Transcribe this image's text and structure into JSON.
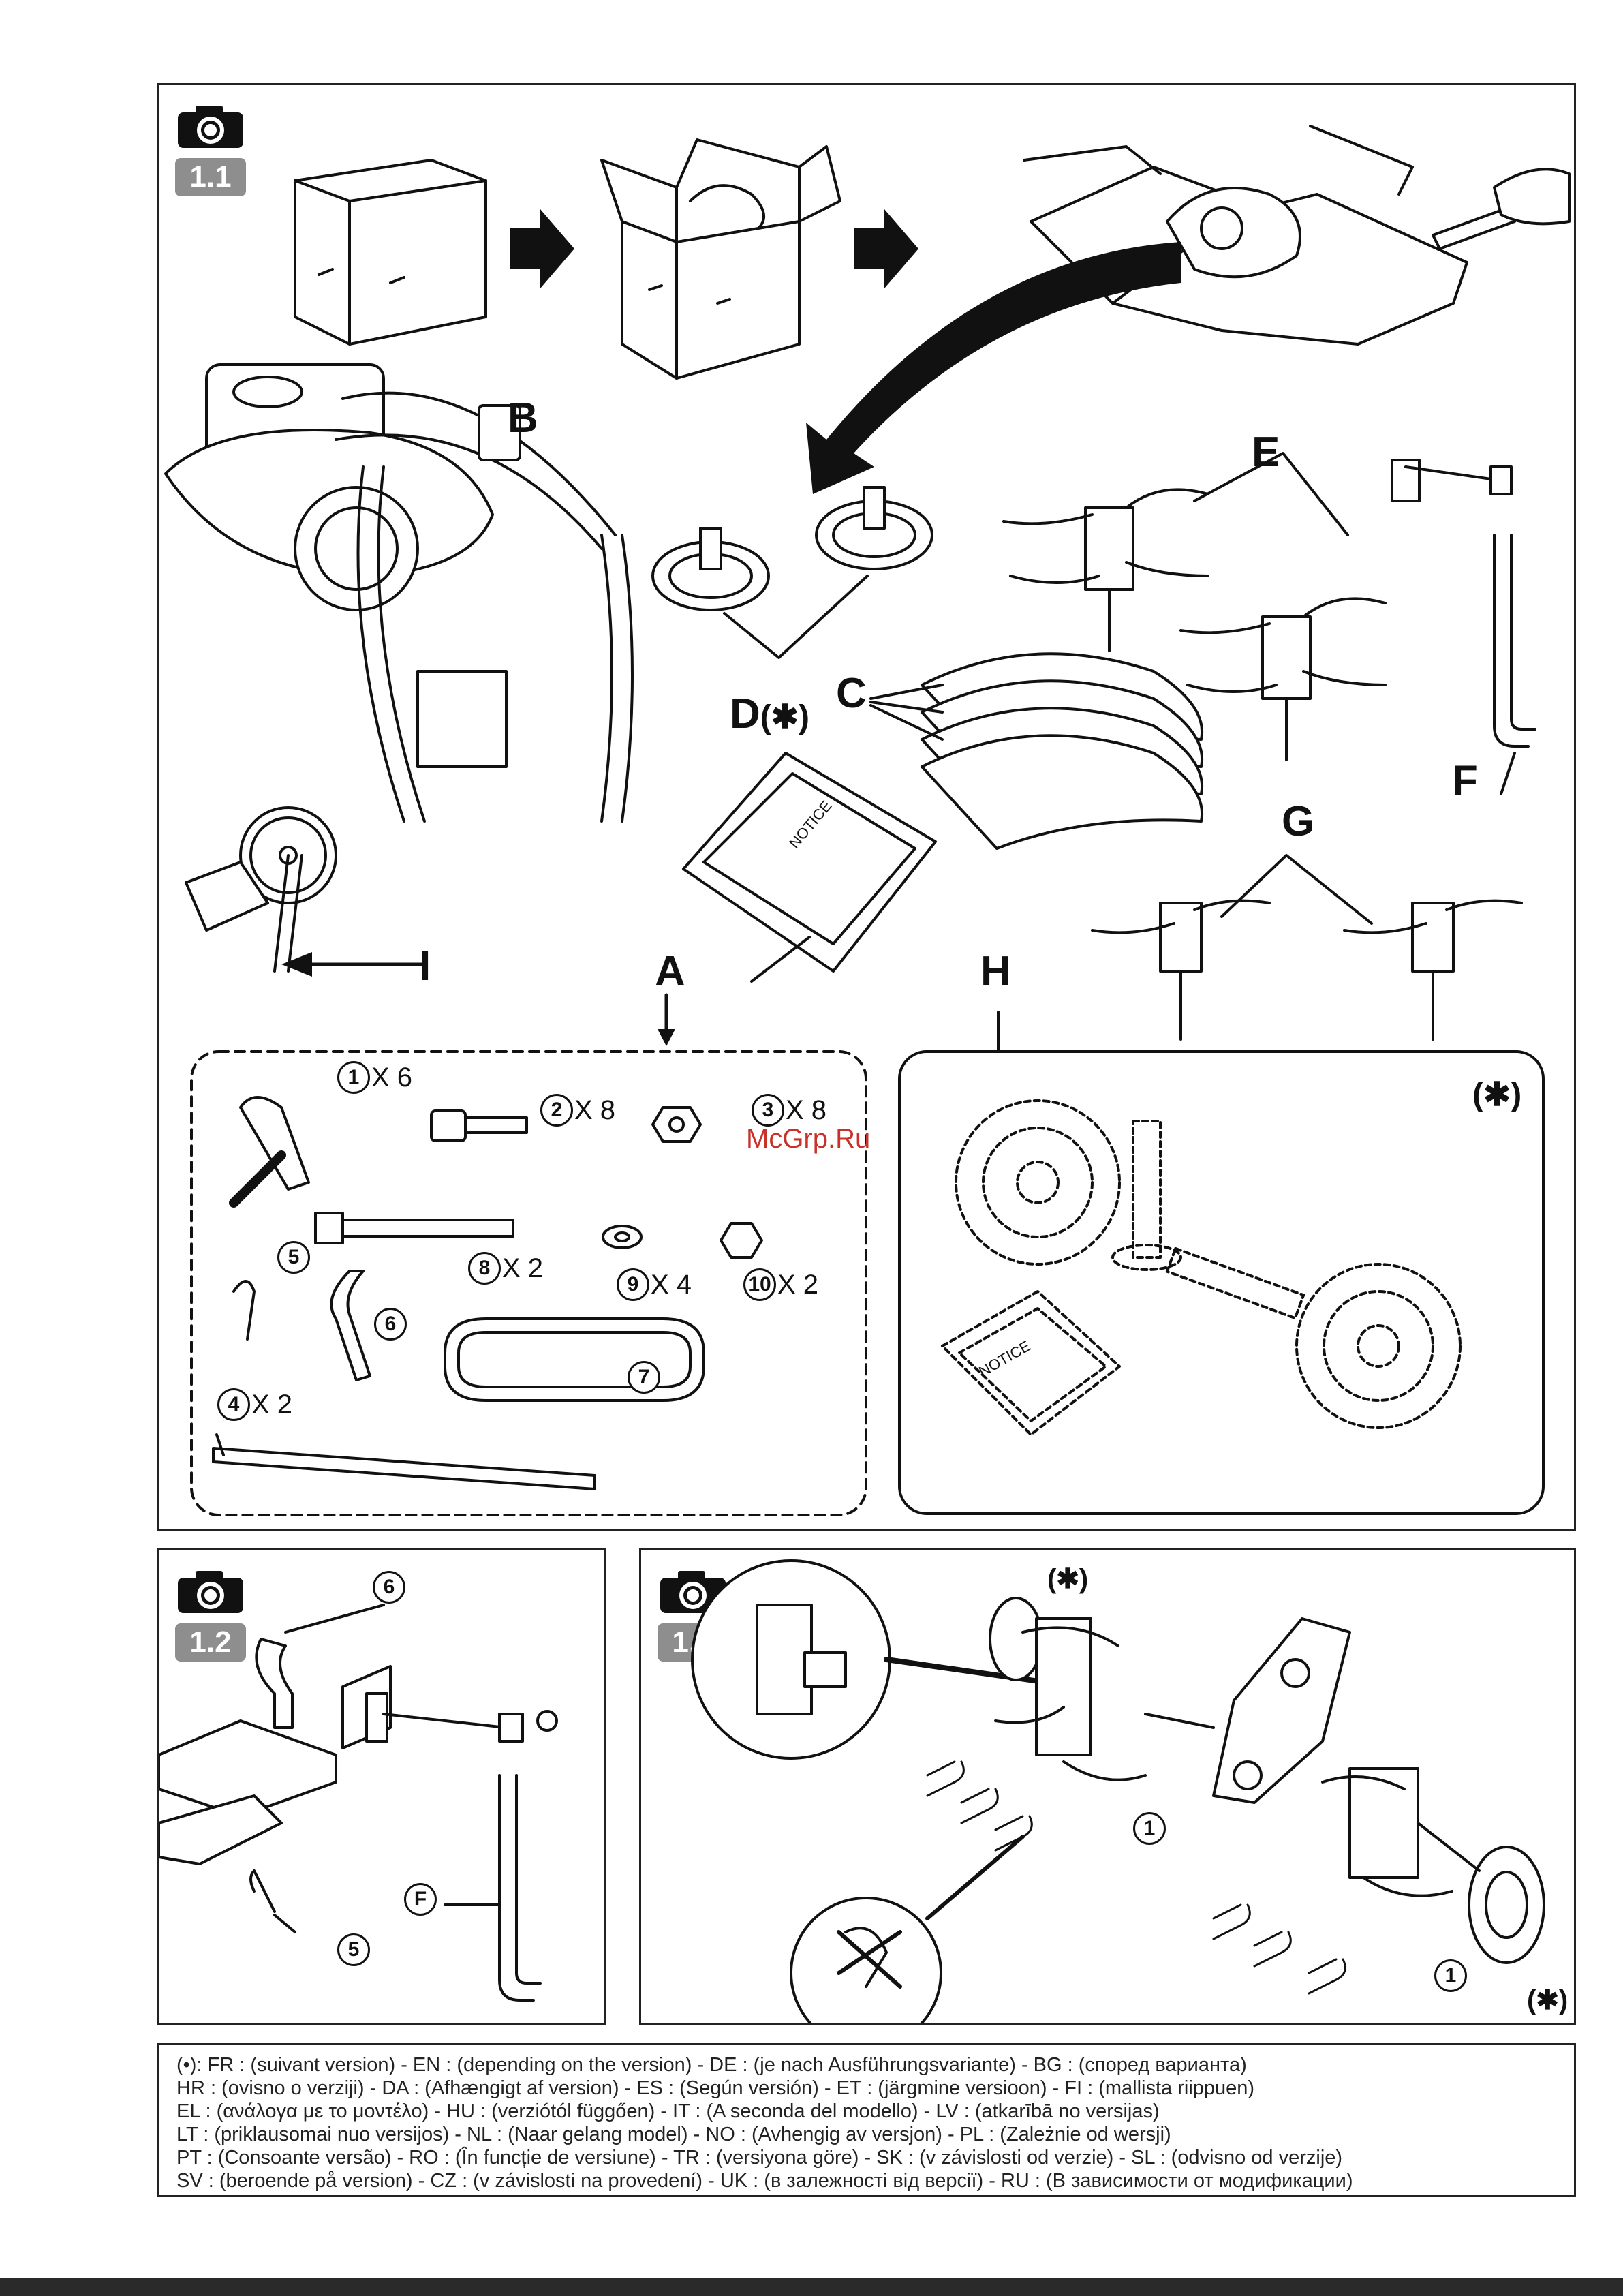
{
  "panels": {
    "p1": {
      "number": "1.1"
    },
    "p2": {
      "number": "1.2"
    },
    "p3": {
      "number": "1.3"
    }
  },
  "labels": {
    "a": "A",
    "b": "B",
    "c": "C",
    "d": "D",
    "d_suffix": "(✱)",
    "e": "E",
    "f": "F",
    "g": "G",
    "h": "H",
    "i": "I",
    "h_optional": "(✱)"
  },
  "parts": [
    {
      "num": "1",
      "qty": "X 6"
    },
    {
      "num": "2",
      "qty": "X 8"
    },
    {
      "num": "3",
      "qty": "X 8"
    },
    {
      "num": "4",
      "qty": "X 2"
    },
    {
      "num": "5",
      "qty": ""
    },
    {
      "num": "6",
      "qty": ""
    },
    {
      "num": "7",
      "qty": ""
    },
    {
      "num": "8",
      "qty": "X 2"
    },
    {
      "num": "9",
      "qty": "X 4"
    },
    {
      "num": "10",
      "qty": "X 2"
    }
  ],
  "panel2": {
    "callout_6": "6",
    "callout_f": "F",
    "callout_5": "5"
  },
  "panel3": {
    "callout_1a": "1",
    "callout_1b": "1",
    "optional_top": "(✱)",
    "optional_bottom": "(✱)"
  },
  "illustration_text": {
    "notice": "NOTICE"
  },
  "watermark": "McGrp.Ru",
  "footer_lines": [
    "(•): FR : (suivant version) - EN : (depending on the version) - DE : (je nach Ausführungsvariante) - BG : (според варианта)",
    "HR : (ovisno o verziji) - DA : (Afhængigt af version) - ES : (Según versión) - ET : (järgmine versioon) - FI : (mallista riippuen)",
    "EL : (ανάλογα με το μοντέλο) - HU : (verziótól függően) - IT : (A seconda del modello) - LV : (atkarībā no versijas)",
    "LT : (priklausomai nuo versijos) - NL : (Naar gelang model) - NO : (Avhengig av versjon) - PL : (Zależnie od wersji)",
    "PT : (Consoante versão) - RO : (În funcție de versiune) - TR : (versiyona göre) - SK : (v závislosti od verzie) - SL : (odvisno od verzije)",
    "SV : (beroende på version) - CZ : (v závislosti na provedení) - UK : (в залежності від версії) - RU : (В зависимости от модификации)"
  ],
  "colors": {
    "line": "#111111",
    "badge": "#8e8e8e",
    "watermark": "#c8322a"
  },
  "icons": [
    "camera-icon",
    "arrow-right-icon",
    "curved-arrow-icon",
    "optional-asterisk-icon"
  ]
}
